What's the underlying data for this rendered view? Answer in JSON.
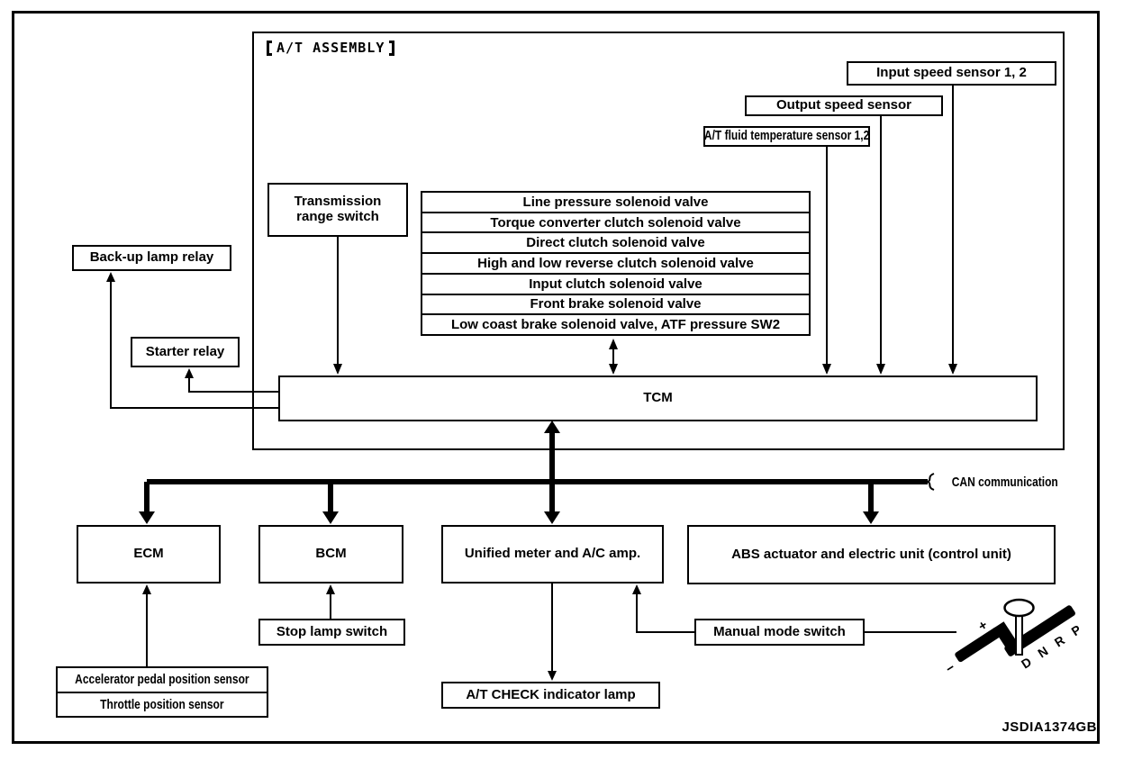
{
  "figure_id": "JSDIA1374GB",
  "assembly": {
    "label": "A/T ASSEMBLY"
  },
  "can": {
    "label": "CAN communication"
  },
  "boxes": {
    "input_speed_sensor": "Input speed sensor 1, 2",
    "output_speed_sensor": "Output speed sensor",
    "at_fluid_temp_sensor": "A/T fluid temperature sensor 1,2",
    "transmission_range_switch": "Transmission range switch",
    "back_up_lamp_relay": "Back-up lamp relay",
    "starter_relay": "Starter relay",
    "tcm": "TCM",
    "ecm": "ECM",
    "bcm": "BCM",
    "unified_meter": "Unified meter and A/C amp.",
    "abs_unit": "ABS actuator and electric unit (control unit)",
    "stop_lamp_switch": "Stop lamp switch",
    "manual_mode_switch": "Manual mode switch",
    "at_check_lamp": "A/T CHECK indicator lamp"
  },
  "solenoid_rows": [
    "Line pressure solenoid valve",
    "Torque converter clutch solenoid valve",
    "Direct clutch solenoid valve",
    "High and low reverse clutch solenoid valve",
    "Input clutch solenoid valve",
    "Front brake solenoid valve",
    "Low coast brake solenoid valve, ATF pressure SW2"
  ],
  "pedal_sensor_rows": [
    "Accelerator pedal position sensor",
    "Throttle position sensor"
  ],
  "shift_lever": {
    "plus": "+",
    "minus": "−",
    "positions": [
      "D",
      "N",
      "R",
      "P"
    ]
  },
  "colors": {
    "line": "#000000",
    "background": "#ffffff"
  }
}
